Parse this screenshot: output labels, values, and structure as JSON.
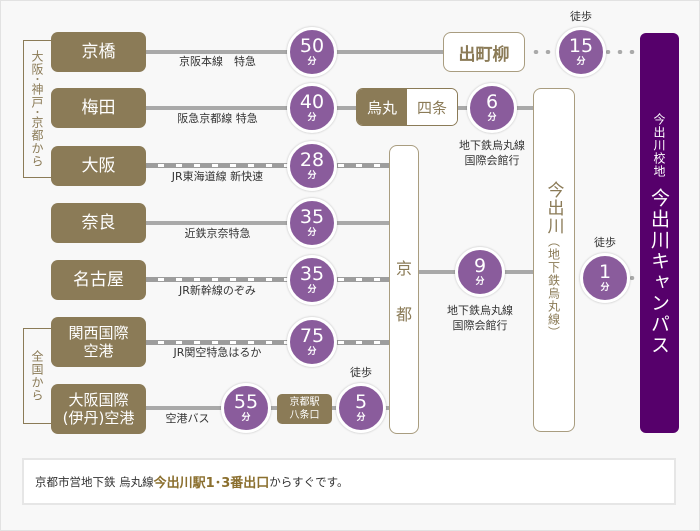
{
  "groups": {
    "kansai": "大阪･神戸･京都から",
    "national": "全国から"
  },
  "origins": [
    {
      "name": "京橋",
      "line": "京阪本線　特急",
      "time": "50",
      "unit": "分"
    },
    {
      "name": "梅田",
      "line": "阪急京都線 特急",
      "time": "40",
      "unit": "分"
    },
    {
      "name": "大阪",
      "line": "JR東海道線 新快速",
      "time": "28",
      "unit": "分"
    },
    {
      "name": "奈良",
      "line": "近鉄京奈特急",
      "time": "35",
      "unit": "分"
    },
    {
      "name": "名古屋",
      "line": "JR新幹線のぞみ",
      "time": "35",
      "unit": "分"
    },
    {
      "name": "関西国際\n空港",
      "line": "JR関空特急はるか",
      "time": "75",
      "unit": "分"
    },
    {
      "name": "大阪国際\n(伊丹)空港",
      "line": "空港バス",
      "time": "55",
      "unit": "分"
    }
  ],
  "transfer_hachijo": {
    "name": "京都駅\n八条口",
    "walk_label": "徒歩",
    "time": "5",
    "unit": "分"
  },
  "demachiyanagi": {
    "name": "出町柳",
    "walk_label": "徒歩",
    "time": "15",
    "unit": "分"
  },
  "karasuma": {
    "left": "烏丸",
    "right": "四条",
    "time": "6",
    "unit": "分",
    "line": "地下鉄烏丸線\n国際会館行"
  },
  "kyoto": {
    "name1": "京",
    "name2": "都",
    "time": "9",
    "unit": "分",
    "line": "地下鉄烏丸線\n国際会館行"
  },
  "imadegawa": {
    "name": "今出川",
    "sub": "（地下鉄烏丸線）",
    "walk_label": "徒歩",
    "time": "1",
    "unit": "分"
  },
  "campus": {
    "sub": "今出川校地",
    "name": "今出川キャンパス"
  },
  "note": {
    "prefix": "京都市営地下鉄 烏丸線",
    "highlight": "今出川駅1･3番出口",
    "suffix": "からすぐです。"
  },
  "colors": {
    "brown": "#8b7b57",
    "purple": "#8a5c9c",
    "campus": "#56006b"
  }
}
